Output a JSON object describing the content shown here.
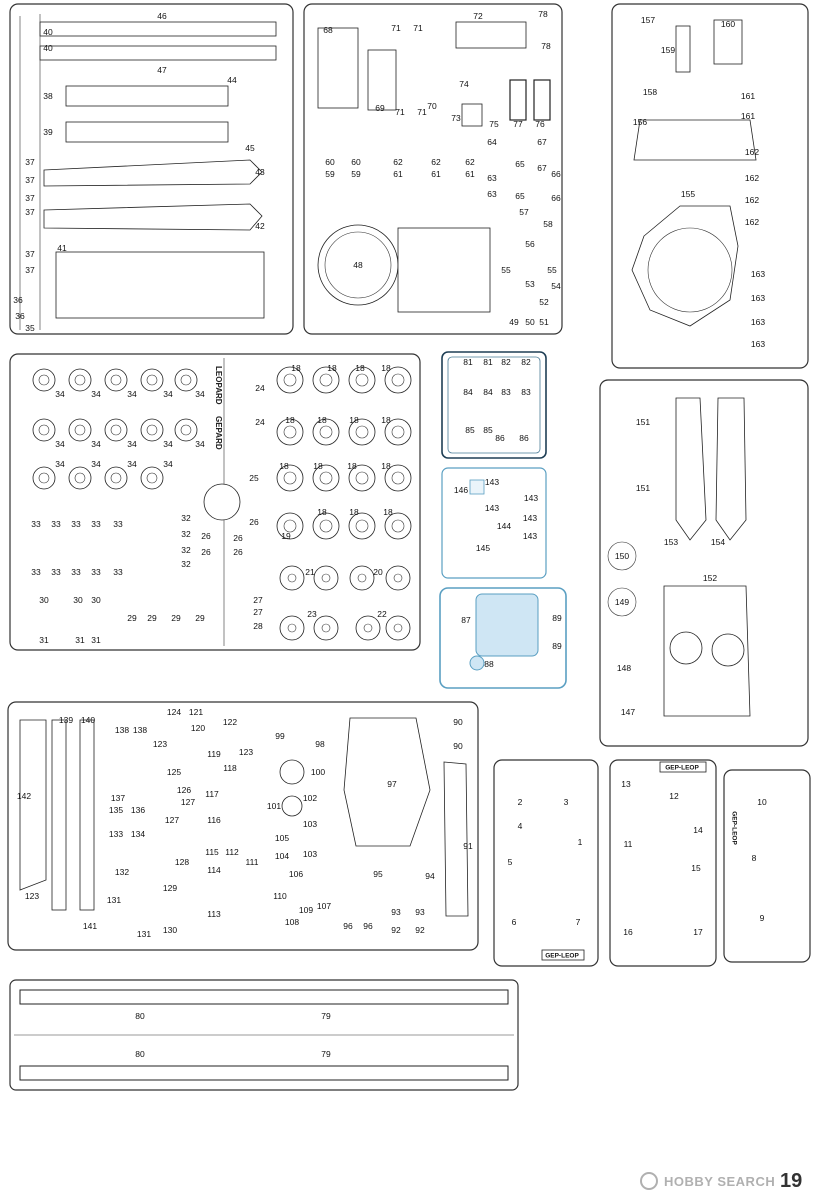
{
  "frames": {
    "frame_a": {
      "labels": [
        "46",
        "47",
        "44",
        "45",
        "43",
        "42",
        "41",
        "40",
        "40",
        "38",
        "39",
        "37",
        "37",
        "37",
        "37",
        "37",
        "37",
        "36",
        "36",
        "35"
      ]
    },
    "frame_b": {
      "labels": [
        "72",
        "78",
        "78",
        "68",
        "71",
        "71",
        "74",
        "69",
        "71",
        "71",
        "70",
        "73",
        "75",
        "77",
        "76",
        "60",
        "60",
        "62",
        "62",
        "62",
        "64",
        "65",
        "67",
        "67",
        "66",
        "59",
        "59",
        "61",
        "61",
        "61",
        "63",
        "63",
        "65",
        "66",
        "58",
        "57",
        "48",
        "56",
        "55",
        "55",
        "53",
        "54",
        "52",
        "49",
        "50",
        "51"
      ]
    },
    "frame_c": {
      "labels": [
        "157",
        "160",
        "159",
        "158",
        "161",
        "161",
        "156",
        "162",
        "162",
        "162",
        "162",
        "155",
        "163",
        "163",
        "163",
        "163"
      ]
    },
    "frame_d": {
      "labels": [
        "34",
        "34",
        "34",
        "34",
        "34",
        "34",
        "34",
        "34",
        "34",
        "34",
        "34",
        "34",
        "34",
        "34",
        "33",
        "33",
        "33",
        "33",
        "33",
        "33",
        "33",
        "33",
        "33",
        "33",
        "32",
        "32",
        "32",
        "32",
        "26",
        "26",
        "26",
        "26",
        "26",
        "25",
        "30",
        "30",
        "30",
        "31",
        "31",
        "31",
        "29",
        "29",
        "29",
        "29",
        "27",
        "27",
        "28",
        "24",
        "24",
        "18",
        "18",
        "18",
        "18",
        "18",
        "18",
        "18",
        "18",
        "18",
        "18",
        "18",
        "18",
        "19",
        "18",
        "18",
        "18",
        "21",
        "20",
        "23",
        "22"
      ],
      "text_top": "LEOPARD",
      "text_bottom": "GEPARD"
    },
    "frame_e": {
      "labels": [
        "81",
        "81",
        "82",
        "82",
        "84",
        "84",
        "83",
        "83",
        "85",
        "85",
        "86",
        "86"
      ]
    },
    "frame_f": {
      "labels": [
        "146",
        "143",
        "143",
        "143",
        "144",
        "143",
        "145",
        "143"
      ]
    },
    "frame_g": {
      "labels": [
        "87",
        "89",
        "89",
        "88"
      ]
    },
    "frame_h": {
      "labels": [
        "151",
        "151",
        "153",
        "154",
        "150",
        "149",
        "152",
        "148",
        "147"
      ]
    },
    "frame_i": {
      "labels": [
        "139",
        "140",
        "138",
        "138",
        "142",
        "124",
        "121",
        "122",
        "120",
        "123",
        "119",
        "118",
        "123",
        "125",
        "137",
        "135",
        "136",
        "127",
        "117",
        "116",
        "127",
        "133",
        "134",
        "126",
        "128",
        "132",
        "129",
        "131",
        "131",
        "130",
        "141",
        "123",
        "115",
        "112",
        "114",
        "113",
        "111",
        "99",
        "98",
        "100",
        "101",
        "102",
        "103",
        "105",
        "103",
        "104",
        "106",
        "110",
        "109",
        "108",
        "107",
        "95",
        "94",
        "96",
        "96",
        "93",
        "93",
        "92",
        "92",
        "97",
        "91",
        "90",
        "90"
      ]
    },
    "frame_j": {
      "labels": [
        "2",
        "3",
        "4",
        "1",
        "5",
        "6",
        "7"
      ],
      "tag": "GEP-LEOP"
    },
    "frame_k": {
      "labels": [
        "13",
        "12",
        "14",
        "11",
        "15",
        "16",
        "17"
      ],
      "tag": "GEP-LEOP"
    },
    "frame_l": {
      "labels": [
        "10",
        "8",
        "9"
      ],
      "tag": "GEP-LEOP"
    },
    "frame_m": {
      "labels": [
        "80",
        "79",
        "80",
        "79"
      ]
    }
  },
  "footer": {
    "brand": "HOBBY SEARCH",
    "page_number": "19"
  },
  "colors": {
    "line": "#222222",
    "highlight": "#5a9fc2",
    "fill_highlight": "#cfe6f4"
  }
}
